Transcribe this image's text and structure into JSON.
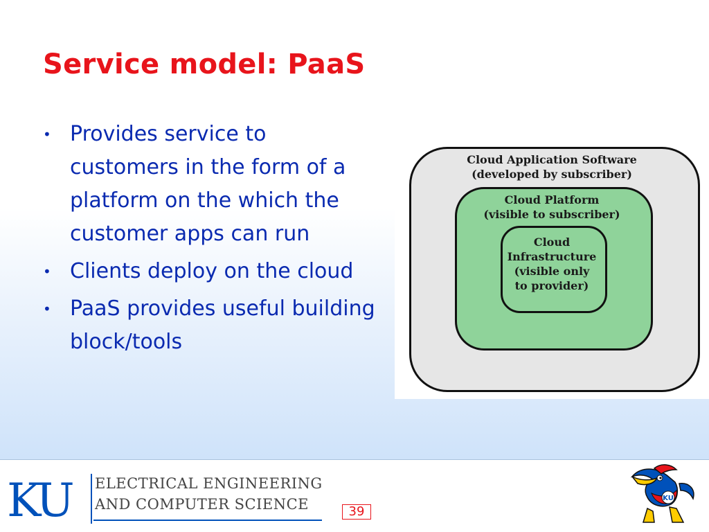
{
  "slide": {
    "title": "Service model: PaaS",
    "bullets": [
      "Provides service to customers in the form of a platform on the which the customer apps can run",
      "Clients deploy on the cloud",
      "PaaS provides useful building block/tools"
    ],
    "page_number": "39"
  },
  "diagram": {
    "outer_lines": [
      "Cloud Application Software",
      "(developed by subscriber)"
    ],
    "middle_lines": [
      "Cloud Platform",
      "(visible to subscriber)"
    ],
    "inner_lines": [
      "Cloud",
      "Infrastructure",
      "(visible only",
      "to provider)"
    ],
    "colors": {
      "outer_fill": "#e6e6e6",
      "layer_fill": "#8fd39a",
      "border": "#111111"
    }
  },
  "footer": {
    "logo_text": "KU",
    "department_line1": "ELECTRICAL ENGINEERING",
    "department_line2": "AND COMPUTER SCIENCE",
    "mascot_badge": "KU",
    "icons": [
      "ku-logo",
      "jayhawk-mascot-icon"
    ]
  },
  "colors": {
    "title": "#e8141b",
    "body_text": "#0a2ab0",
    "ku_blue": "#0051ba"
  }
}
